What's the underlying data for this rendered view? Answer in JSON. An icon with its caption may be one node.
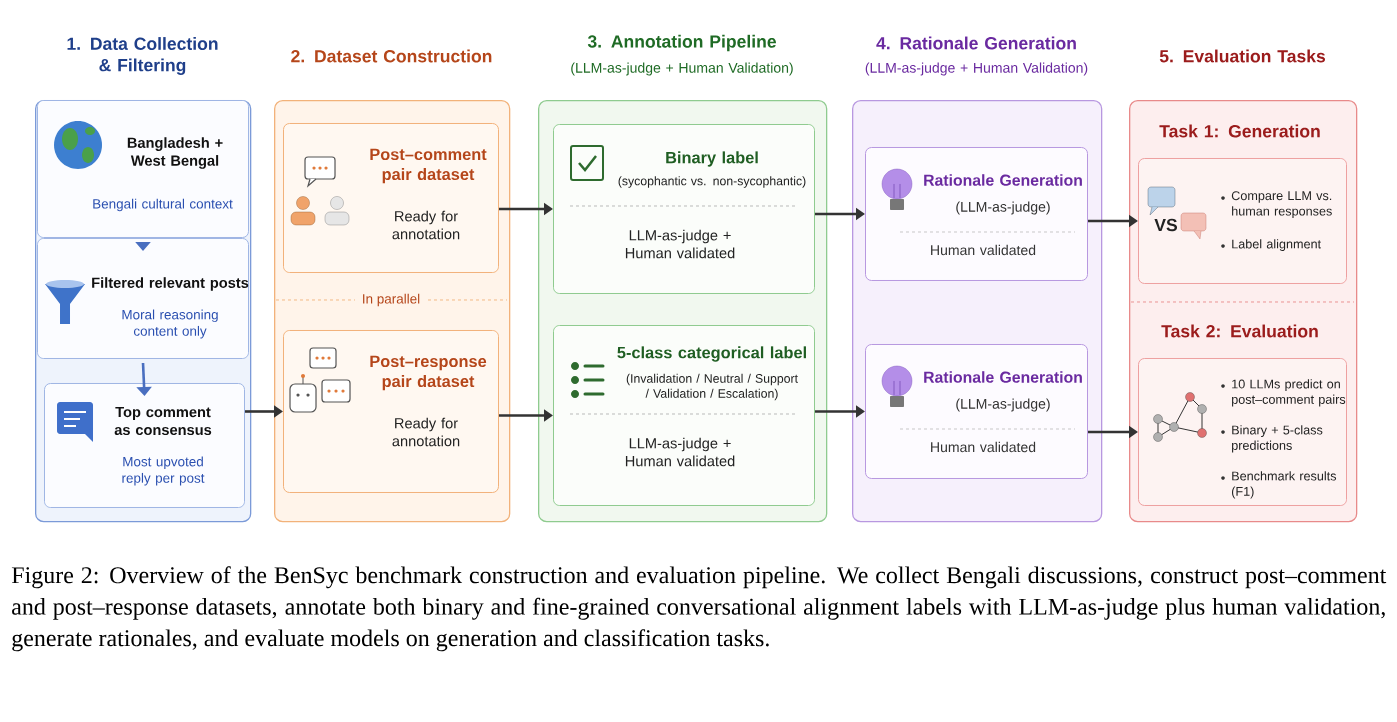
{
  "diagram": {
    "caption": "Figure 2: Overview of the BenSyc benchmark construction and evaluation pipeline. We collect Bengali discussions, construct post–comment and post–response datasets, annotate both binary and fine-grained conversational alignment labels with LLM-as-judge plus human validation, generate rationales, and evaluate models on generation and classification tasks.",
    "nodes": [
      {
        "text": [
          "1. Data Collection & Filtering"
        ]
      },
      {
        "text": [
          "Bangladesh + West Bengal",
          "Bengali cultural context"
        ],
        "in": 0
      },
      {
        "text": [
          "Filtered relevant posts",
          "Moral reasoning content only"
        ],
        "in": 0
      },
      {
        "text": [
          "Top comment as consensus",
          "Most upvoted reply per post"
        ],
        "in": 0
      },
      {
        "text": [
          "2. Dataset Construction"
        ]
      },
      {
        "text": [
          "Post–comment pair dataset",
          "Ready for annotation"
        ],
        "in": 4
      },
      {
        "text": [
          "Post–response pair dataset",
          "Ready for annotation"
        ],
        "in": 4
      },
      {
        "text": [
          "3. Annotation Pipeline",
          "(LLM-as-judge + Human Validation)"
        ]
      },
      {
        "text": [
          "Binary label",
          "(sycophantic vs. non-sycophantic)",
          "LLM-as-judge + Human validated"
        ],
        "in": 7
      },
      {
        "text": [
          "5-class categorical label",
          "(Invalidation / Neutral / Support / Validation / Escalation)",
          "LLM-as-judge + Human validated"
        ],
        "in": 7
      },
      {
        "text": [
          "4. Rationale Generation",
          "(LLM-as-judge + Human Validation)"
        ]
      },
      {
        "text": [
          "Rationale Generation",
          "(LLM-as-judge)",
          "Human validated"
        ],
        "in": 10
      },
      {
        "text": [
          "Rationale Generation",
          "(LLM-as-judge)",
          "Human validated"
        ],
        "in": 10
      },
      {
        "text": [
          "5. Evaluation Tasks"
        ]
      },
      {
        "text": [
          "Task 1: Generation",
          "Compare LLM vs. human responses",
          "Label alignment"
        ],
        "in": 13
      },
      {
        "text": [
          "Task 2: Evaluation",
          "10 LLMs predict on post–comment pairs",
          "Binary + 5-class predictions",
          "Benchmark results (F1)"
        ],
        "in": 13
      }
    ],
    "edges": [
      {
        "from": 1,
        "to": 2,
        "arrow": "to",
        "color": "#4a6fc0"
      },
      {
        "from": 2,
        "to": 3,
        "arrow": "to",
        "color": "#4a6fc0"
      },
      {
        "from": 3,
        "to": 6,
        "arrow": "to"
      },
      {
        "from": 5,
        "to": 8,
        "arrow": "to"
      },
      {
        "from": 6,
        "to": 9,
        "arrow": "to"
      },
      {
        "from": 8,
        "to": 11,
        "arrow": "to"
      },
      {
        "from": 9,
        "to": 12,
        "arrow": "to"
      },
      {
        "from": 11,
        "to": 14,
        "arrow": "to"
      },
      {
        "from": 12,
        "to": 15,
        "arrow": "to"
      }
    ],
    "labels": [
      "In parallel",
      "VS"
    ]
  }
}
